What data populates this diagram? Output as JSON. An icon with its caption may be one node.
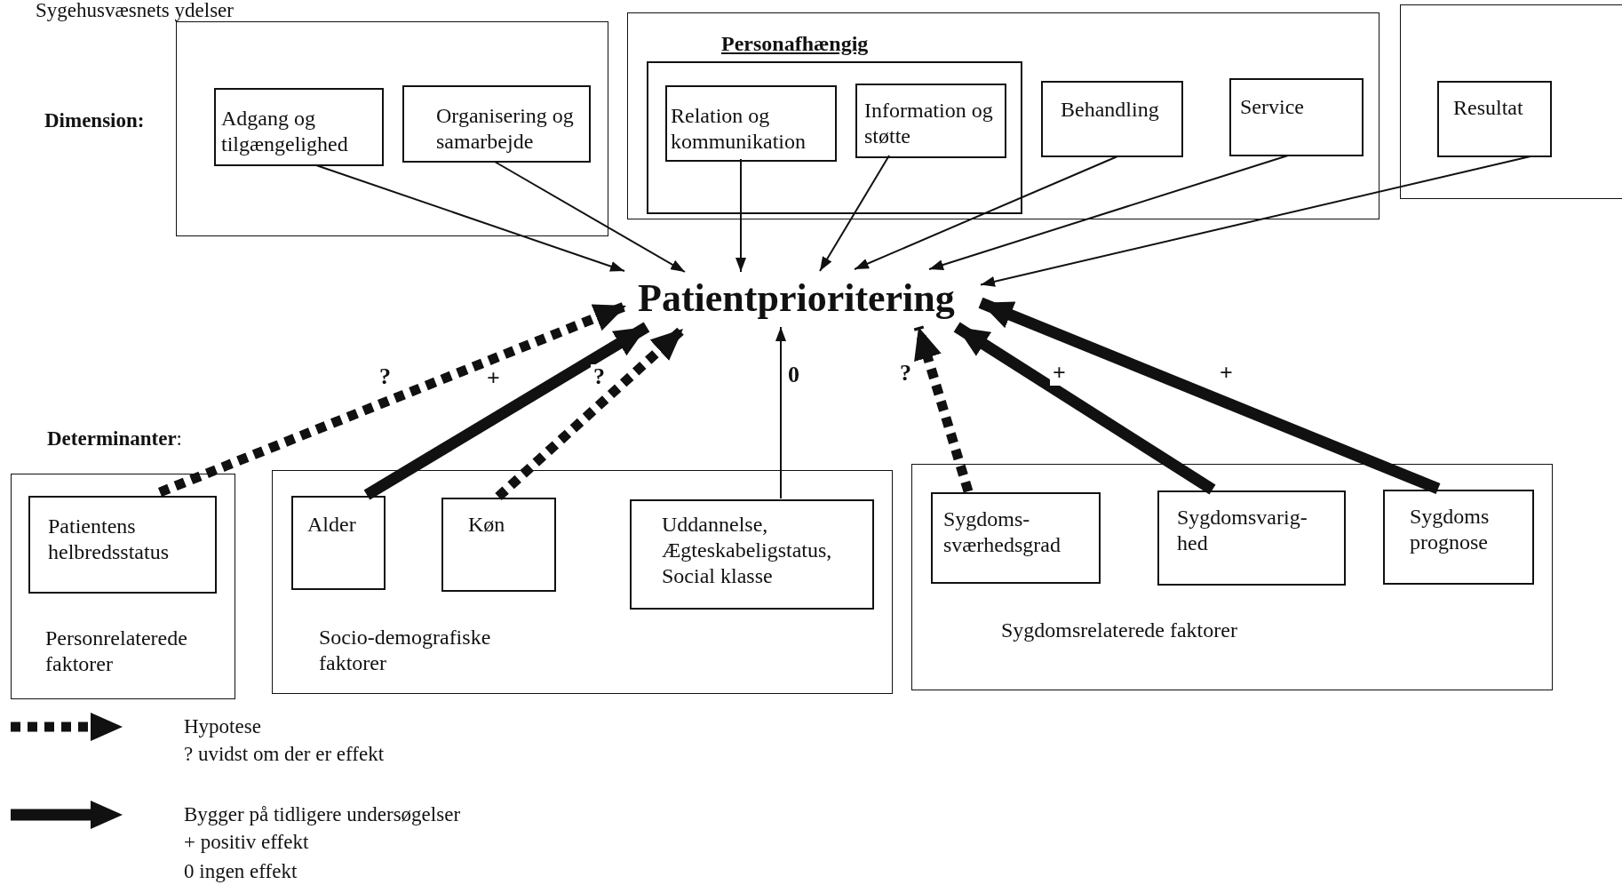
{
  "diagram": {
    "nodes": [
      {
        "text": [],
        "shape": "box"
      },
      {
        "text": [
          "Adgang og tilgængelighed"
        ],
        "in": 0
      },
      {
        "text": [
          "Organisering og samarbejde"
        ],
        "in": 0
      },
      {
        "text": [],
        "shape": "box"
      },
      {
        "text": [
          "Personafhængig"
        ],
        "in": 3
      },
      {
        "text": [
          "Relation og kommunikation"
        ],
        "in": 4
      },
      {
        "text": [
          "Information og støtte"
        ],
        "in": 4
      },
      {
        "text": [
          "Behandling"
        ],
        "in": 3
      },
      {
        "text": [
          "Service"
        ],
        "in": 3
      },
      {
        "text": [],
        "shape": "box"
      },
      {
        "text": [
          "Resultat"
        ],
        "in": 9
      },
      {
        "text": [
          "Patientprioritering"
        ]
      },
      {
        "text": [
          "Personrelaterede faktorer"
        ]
      },
      {
        "text": [
          "Patientens helbredsstatus"
        ],
        "in": 12
      },
      {
        "text": [
          "Socio-demografiske faktorer"
        ]
      },
      {
        "text": [
          "Alder"
        ],
        "in": 14
      },
      {
        "text": [
          "Køn"
        ],
        "in": 14
      },
      {
        "text": [
          "Uddannelse, Ægteskabeligstatus, Social klasse"
        ],
        "in": 14
      },
      {
        "text": [
          "Sygdomsrelaterede faktorer"
        ]
      },
      {
        "text": [
          "Sygdoms- sværhedsgrad"
        ],
        "in": 18
      },
      {
        "text": [
          "Sygdomsvarig- hed"
        ],
        "in": 18
      },
      {
        "text": [
          "Sygdoms prognose"
        ],
        "in": 18
      }
    ],
    "edges": [
      {
        "from": 1,
        "to": 11,
        "arrow": "to"
      },
      {
        "from": 2,
        "to": 11,
        "arrow": "to"
      },
      {
        "from": 5,
        "to": 11,
        "arrow": "to"
      },
      {
        "from": 6,
        "to": 11,
        "arrow": "to"
      },
      {
        "from": 7,
        "to": 11,
        "arrow": "to"
      },
      {
        "from": 8,
        "to": 11,
        "arrow": "to"
      },
      {
        "from": 10,
        "to": 11,
        "arrow": "to"
      },
      {
        "from": 13,
        "to": 11,
        "arrow": "to",
        "label": "?",
        "style": "dashed"
      },
      {
        "from": 15,
        "to": 11,
        "arrow": "to",
        "label": "+",
        "style": "thick"
      },
      {
        "from": 16,
        "to": 11,
        "arrow": "to",
        "label": "?",
        "style": "dashed"
      },
      {
        "from": 17,
        "to": 11,
        "arrow": "to",
        "label": "0"
      },
      {
        "from": 19,
        "to": 11,
        "arrow": "to",
        "label": "?",
        "style": "dashed"
      },
      {
        "from": 20,
        "to": 11,
        "arrow": "to",
        "label": "+",
        "style": "thick"
      },
      {
        "from": 21,
        "to": 11,
        "arrow": "to",
        "label": "+",
        "style": "thick"
      }
    ],
    "labels": [
      "Sygehusvæsnets ydelser",
      "Dimension:",
      "**Determinanter**:",
      "? uvidst om der er effekt",
      "+ positiv effekt",
      "0 ingen effekt"
    ],
    "legend": [
      {
        "text": "Hypotese"
      },
      {
        "text": "Bygger på tidligere undersøgelser"
      }
    ]
  }
}
